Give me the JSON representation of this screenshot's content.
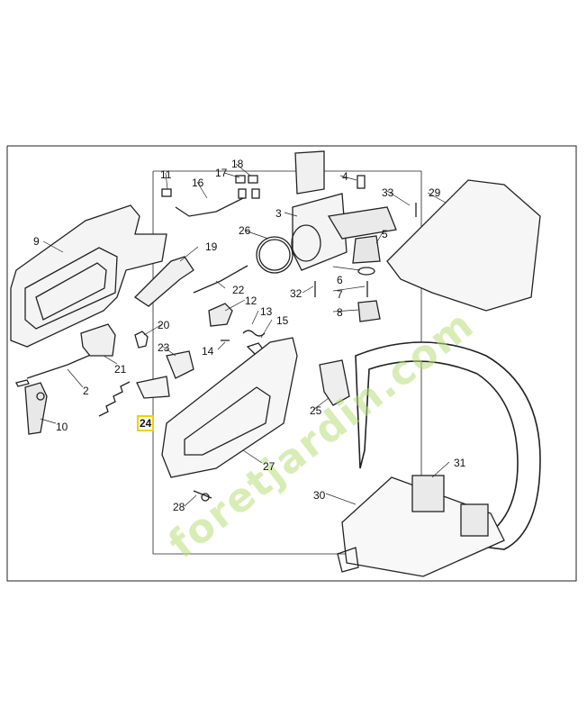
{
  "diagram": {
    "highlight_color": "#e8d400",
    "watermark_color": "#b8df7a",
    "line_color": "#222222",
    "watermark_text": "foretjardin.com",
    "parts": [
      {
        "id": "2",
        "label": "2"
      },
      {
        "id": "3",
        "label": "3"
      },
      {
        "id": "4",
        "label": "4"
      },
      {
        "id": "5",
        "label": "5"
      },
      {
        "id": "6",
        "label": "6"
      },
      {
        "id": "7",
        "label": "7"
      },
      {
        "id": "8",
        "label": "8"
      },
      {
        "id": "9",
        "label": "9"
      },
      {
        "id": "10",
        "label": "10"
      },
      {
        "id": "11",
        "label": "11"
      },
      {
        "id": "12",
        "label": "12"
      },
      {
        "id": "13",
        "label": "13"
      },
      {
        "id": "14",
        "label": "14"
      },
      {
        "id": "15",
        "label": "15"
      },
      {
        "id": "16",
        "label": "16"
      },
      {
        "id": "17",
        "label": "17"
      },
      {
        "id": "18",
        "label": "18"
      },
      {
        "id": "19",
        "label": "19"
      },
      {
        "id": "20",
        "label": "20"
      },
      {
        "id": "21",
        "label": "21"
      },
      {
        "id": "22",
        "label": "22"
      },
      {
        "id": "23",
        "label": "23"
      },
      {
        "id": "24",
        "label": "24",
        "highlighted": true
      },
      {
        "id": "25",
        "label": "25"
      },
      {
        "id": "26",
        "label": "26"
      },
      {
        "id": "27",
        "label": "27"
      },
      {
        "id": "28",
        "label": "28"
      },
      {
        "id": "29",
        "label": "29"
      },
      {
        "id": "30",
        "label": "30"
      },
      {
        "id": "31",
        "label": "31"
      },
      {
        "id": "32",
        "label": "32"
      },
      {
        "id": "33",
        "label": "33"
      }
    ]
  }
}
